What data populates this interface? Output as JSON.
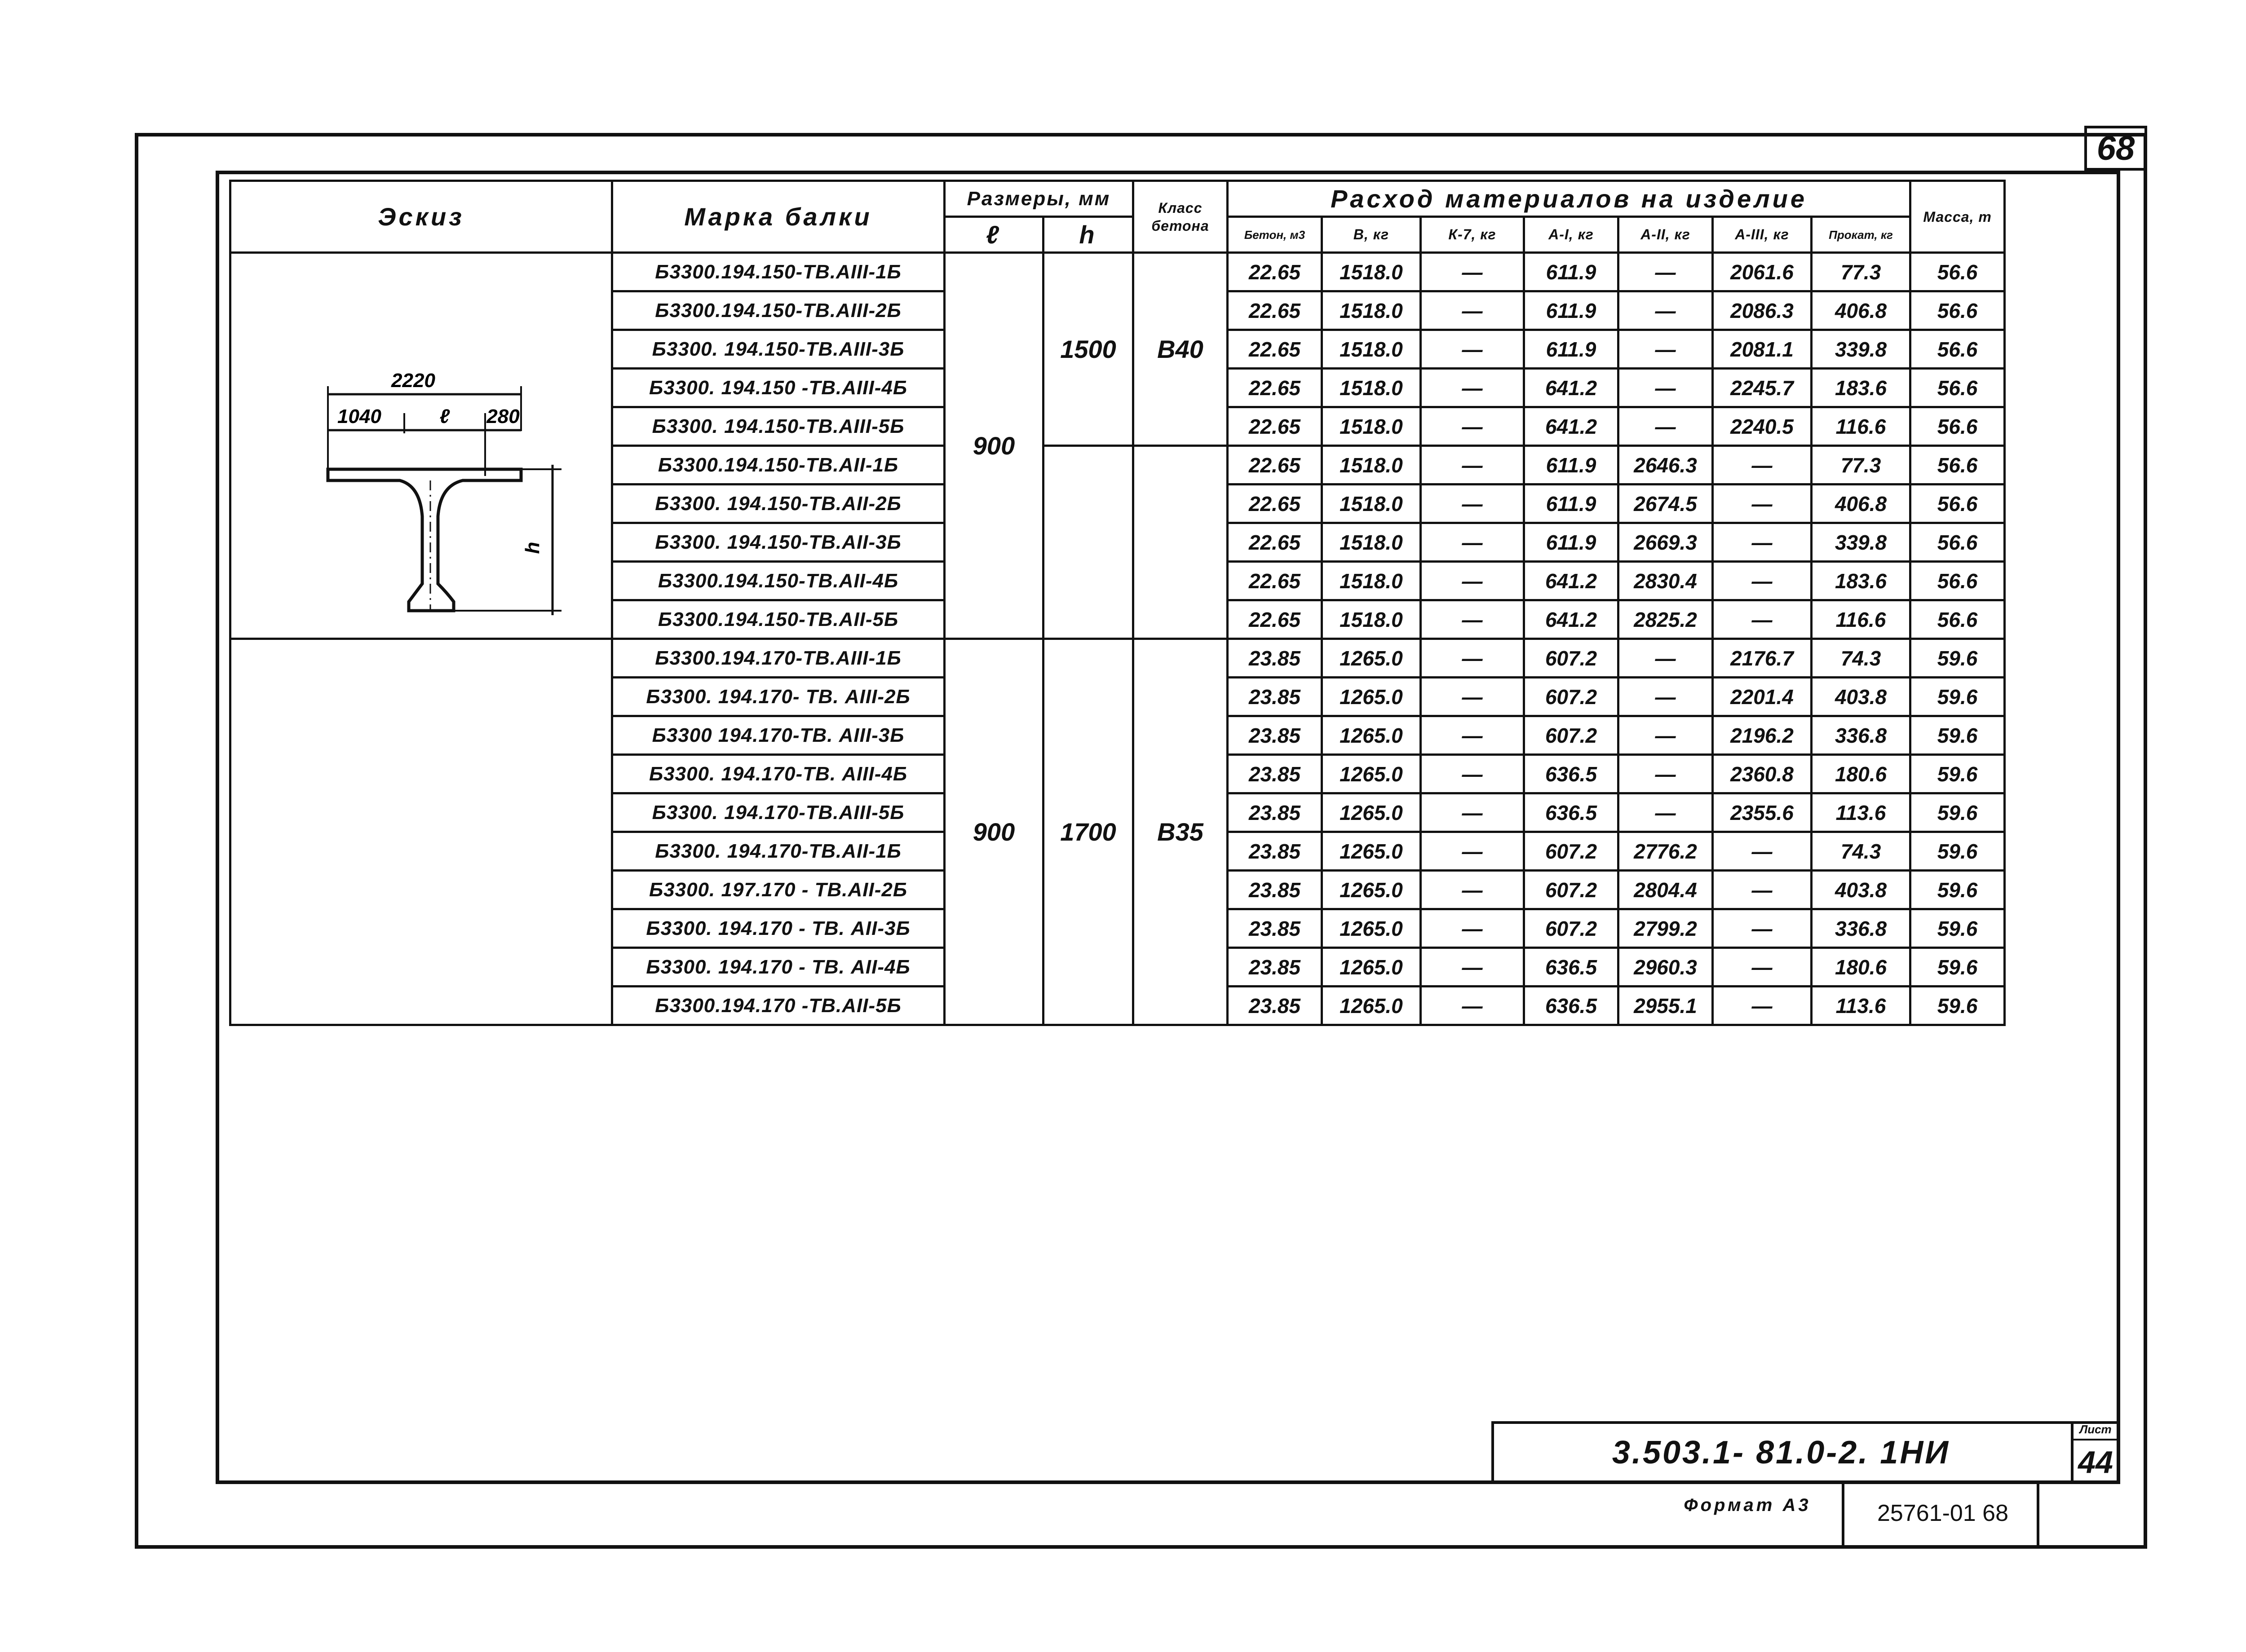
{
  "page_number": "68",
  "table": {
    "headers": {
      "sketch": "Эскиз",
      "beam_mark": "Марка балки",
      "dimensions": "Размеры, мм",
      "dim_l": "ℓ",
      "dim_h": "h",
      "concrete_class": "Класс бетона",
      "consumption": "Расход материалов на изделие",
      "concrete_m3": "Бетон, м3",
      "b_kg": "В, кг",
      "k7_kg": "К-7, кг",
      "a1_kg": "А-I, кг",
      "a2_kg": "А-II, кг",
      "a3_kg": "А-III, кг",
      "rolled_kg": "Прокат, кг",
      "mass_t": "Масса, т"
    },
    "groups": [
      {
        "l": "900",
        "h": "1500",
        "concrete_class": "В40",
        "rows": [
          {
            "mark": "Б3300.194.150-ТВ.АIII-1Б",
            "concrete": "22.65",
            "b": "1518.0",
            "k7": "—",
            "a1": "611.9",
            "a2": "—",
            "a3": "2061.6",
            "rolled": "77.3",
            "mass": "56.6"
          },
          {
            "mark": "Б3300.194.150-ТВ.АIII-2Б",
            "concrete": "22.65",
            "b": "1518.0",
            "k7": "—",
            "a1": "611.9",
            "a2": "—",
            "a3": "2086.3",
            "rolled": "406.8",
            "mass": "56.6"
          },
          {
            "mark": "Б3300. 194.150-ТВ.АIII-3Б",
            "concrete": "22.65",
            "b": "1518.0",
            "k7": "—",
            "a1": "611.9",
            "a2": "—",
            "a3": "2081.1",
            "rolled": "339.8",
            "mass": "56.6"
          },
          {
            "mark": "Б3300. 194.150 -ТВ.АIII-4Б",
            "concrete": "22.65",
            "b": "1518.0",
            "k7": "—",
            "a1": "641.2",
            "a2": "—",
            "a3": "2245.7",
            "rolled": "183.6",
            "mass": "56.6"
          },
          {
            "mark": "Б3300. 194.150-ТВ.АIII-5Б",
            "concrete": "22.65",
            "b": "1518.0",
            "k7": "—",
            "a1": "641.2",
            "a2": "—",
            "a3": "2240.5",
            "rolled": "116.6",
            "mass": "56.6"
          },
          {
            "mark": "Б3300.194.150-ТВ.АII-1Б",
            "concrete": "22.65",
            "b": "1518.0",
            "k7": "—",
            "a1": "611.9",
            "a2": "2646.3",
            "a3": "—",
            "rolled": "77.3",
            "mass": "56.6"
          },
          {
            "mark": "Б3300. 194.150-ТВ.АII-2Б",
            "concrete": "22.65",
            "b": "1518.0",
            "k7": "—",
            "a1": "611.9",
            "a2": "2674.5",
            "a3": "—",
            "rolled": "406.8",
            "mass": "56.6"
          },
          {
            "mark": "Б3300. 194.150-ТВ.АII-3Б",
            "concrete": "22.65",
            "b": "1518.0",
            "k7": "—",
            "a1": "611.9",
            "a2": "2669.3",
            "a3": "—",
            "rolled": "339.8",
            "mass": "56.6"
          },
          {
            "mark": "Б3300.194.150-ТВ.АII-4Б",
            "concrete": "22.65",
            "b": "1518.0",
            "k7": "—",
            "a1": "641.2",
            "a2": "2830.4",
            "a3": "—",
            "rolled": "183.6",
            "mass": "56.6"
          },
          {
            "mark": "Б3300.194.150-ТВ.АII-5Б",
            "concrete": "22.65",
            "b": "1518.0",
            "k7": "—",
            "a1": "641.2",
            "a2": "2825.2",
            "a3": "—",
            "rolled": "116.6",
            "mass": "56.6"
          }
        ]
      },
      {
        "l": "900",
        "h": "1700",
        "concrete_class": "В35",
        "rows": [
          {
            "mark": "Б3300.194.170-ТВ.АIII-1Б",
            "concrete": "23.85",
            "b": "1265.0",
            "k7": "—",
            "a1": "607.2",
            "a2": "—",
            "a3": "2176.7",
            "rolled": "74.3",
            "mass": "59.6"
          },
          {
            "mark": "Б3300. 194.170- ТВ. АIII-2Б",
            "concrete": "23.85",
            "b": "1265.0",
            "k7": "—",
            "a1": "607.2",
            "a2": "—",
            "a3": "2201.4",
            "rolled": "403.8",
            "mass": "59.6"
          },
          {
            "mark": "Б3300 194.170-ТВ. АIII-3Б",
            "concrete": "23.85",
            "b": "1265.0",
            "k7": "—",
            "a1": "607.2",
            "a2": "—",
            "a3": "2196.2",
            "rolled": "336.8",
            "mass": "59.6"
          },
          {
            "mark": "Б3300. 194.170-ТВ. АIII-4Б",
            "concrete": "23.85",
            "b": "1265.0",
            "k7": "—",
            "a1": "636.5",
            "a2": "—",
            "a3": "2360.8",
            "rolled": "180.6",
            "mass": "59.6"
          },
          {
            "mark": "Б3300. 194.170-ТВ.АIII-5Б",
            "concrete": "23.85",
            "b": "1265.0",
            "k7": "—",
            "a1": "636.5",
            "a2": "—",
            "a3": "2355.6",
            "rolled": "113.6",
            "mass": "59.6"
          },
          {
            "mark": "Б3300. 194.170-ТВ.АII-1Б",
            "concrete": "23.85",
            "b": "1265.0",
            "k7": "—",
            "a1": "607.2",
            "a2": "2776.2",
            "a3": "—",
            "rolled": "74.3",
            "mass": "59.6"
          },
          {
            "mark": "Б3300. 197.170 - ТВ.АII-2Б",
            "concrete": "23.85",
            "b": "1265.0",
            "k7": "—",
            "a1": "607.2",
            "a2": "2804.4",
            "a3": "—",
            "rolled": "403.8",
            "mass": "59.6"
          },
          {
            "mark": "Б3300. 194.170 - ТВ. АII-3Б",
            "concrete": "23.85",
            "b": "1265.0",
            "k7": "—",
            "a1": "607.2",
            "a2": "2799.2",
            "a3": "—",
            "rolled": "336.8",
            "mass": "59.6"
          },
          {
            "mark": "Б3300. 194.170 - ТВ. АII-4Б",
            "concrete": "23.85",
            "b": "1265.0",
            "k7": "—",
            "a1": "636.5",
            "a2": "2960.3",
            "a3": "—",
            "rolled": "180.6",
            "mass": "59.6"
          },
          {
            "mark": "Б3300.194.170 -ТВ.АII-5Б",
            "concrete": "23.85",
            "b": "1265.0",
            "k7": "—",
            "a1": "636.5",
            "a2": "2955.1",
            "a3": "—",
            "rolled": "113.6",
            "mass": "59.6"
          }
        ]
      }
    ]
  },
  "sketch": {
    "dim_total": "2220",
    "dim_left": "1040",
    "dim_l": "ℓ",
    "dim_right": "280",
    "dim_h": "h"
  },
  "title_block": {
    "document_code": "3.503.1- 81.0-2. 1НИ",
    "sheet_label": "Лист",
    "sheet_number": "44",
    "format": "Формат А3",
    "archive_number": "25761-01  68"
  }
}
